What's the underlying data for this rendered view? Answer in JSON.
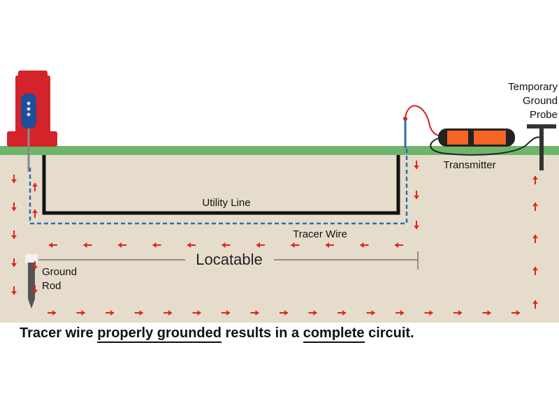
{
  "labels": {
    "temporary_ground_probe": [
      "Temporary",
      "Ground",
      "Probe"
    ],
    "transmitter": "Transmitter",
    "utility_line": "Utility Line",
    "tracer_wire": "Tracer Wire",
    "locatable": "Locatable",
    "ground_rod": [
      "Ground",
      "Rod"
    ]
  },
  "caption": {
    "part1": "Tracer wire ",
    "emph1": "properly grounded",
    "part2": " results in a ",
    "emph2": "complete",
    "part3": " circuit."
  },
  "colors": {
    "ground": "#e6dccc",
    "grass": "#6fb56b",
    "hydrant": "#d4232b",
    "arrow": "#e2231a",
    "tracer": "#2e6db4",
    "transmitter": "#f26522"
  }
}
